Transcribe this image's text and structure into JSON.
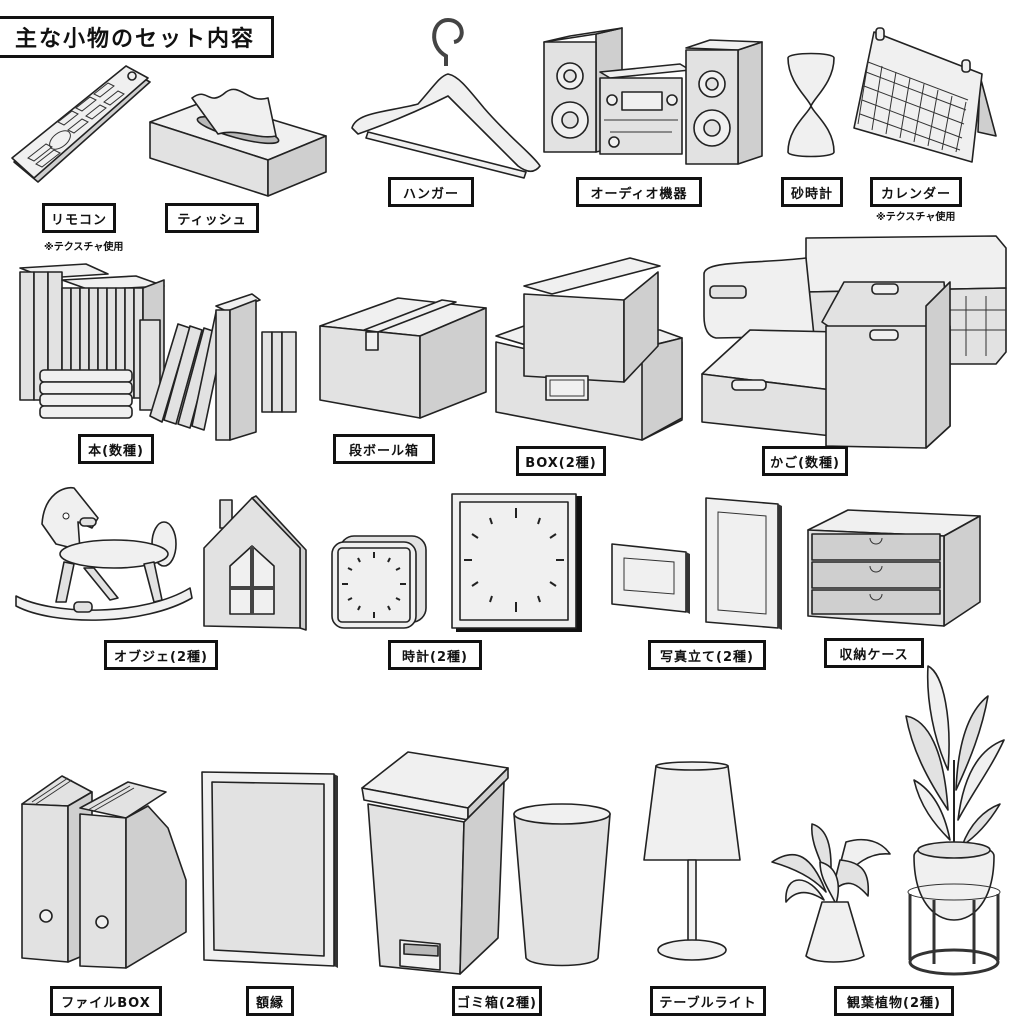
{
  "title": "主な小物のセット内容",
  "note_texture": "※テクスチャ使用",
  "items": {
    "remote": {
      "label": "リモコン",
      "note": "※テクスチャ使用"
    },
    "tissue": {
      "label": "ティッシュ"
    },
    "hanger": {
      "label": "ハンガー"
    },
    "audio": {
      "label": "オーディオ機器"
    },
    "hourglass": {
      "label": "砂時計"
    },
    "calendar": {
      "label": "カレンダー",
      "note": "※テクスチャ使用"
    },
    "books": {
      "label": "本(数種)"
    },
    "cardboard": {
      "label": "段ボール箱"
    },
    "box": {
      "label": "BOX(2種)"
    },
    "baskets": {
      "label": "かご(数種)"
    },
    "objects": {
      "label": "オブジェ(2種)"
    },
    "clocks": {
      "label": "時計(2種)"
    },
    "photo_frames": {
      "label": "写真立て(2種)"
    },
    "storage_case": {
      "label": "収納ケース"
    },
    "file_box": {
      "label": "ファイルBOX"
    },
    "picture_frame": {
      "label": "額縁"
    },
    "trash_cans": {
      "label": "ゴミ箱(2種)"
    },
    "table_lamp": {
      "label": "テーブルライト"
    },
    "plants": {
      "label": "観葉植物(2種)"
    }
  }
}
